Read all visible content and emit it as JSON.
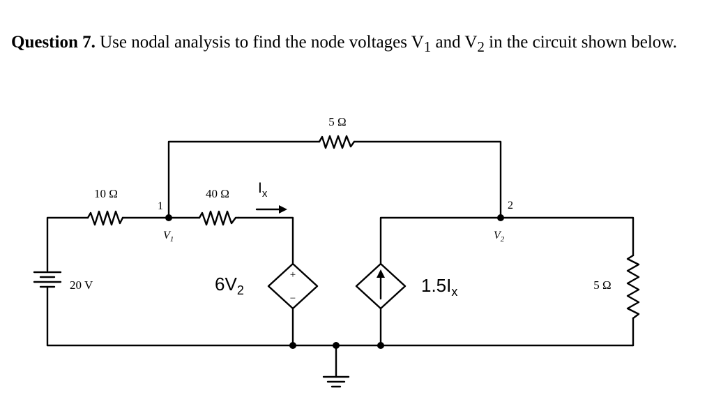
{
  "question": {
    "label": "Question 7.",
    "text_a": " Use nodal analysis to find the node voltages V",
    "sub_1": "1",
    "text_b": " and V",
    "sub_2": "2",
    "text_c": " in the circuit shown below."
  },
  "circuit": {
    "r_top": "5 Ω",
    "r_left": "10 Ω",
    "r_mid": "40 Ω",
    "r_right": "5 Ω",
    "source_v": "20 V",
    "node1_number": "1",
    "node2_number": "2",
    "node1_voltage": "V",
    "node1_voltage_sub": "1",
    "node2_voltage": "V",
    "node2_voltage_sub": "2",
    "current_label": "I",
    "current_label_sub": "x",
    "dep_v_label": "6V",
    "dep_v_sub": "2",
    "dep_i_label": "1.5I",
    "dep_i_sub": "x",
    "plus_sign": "+",
    "minus_sign": "−"
  }
}
